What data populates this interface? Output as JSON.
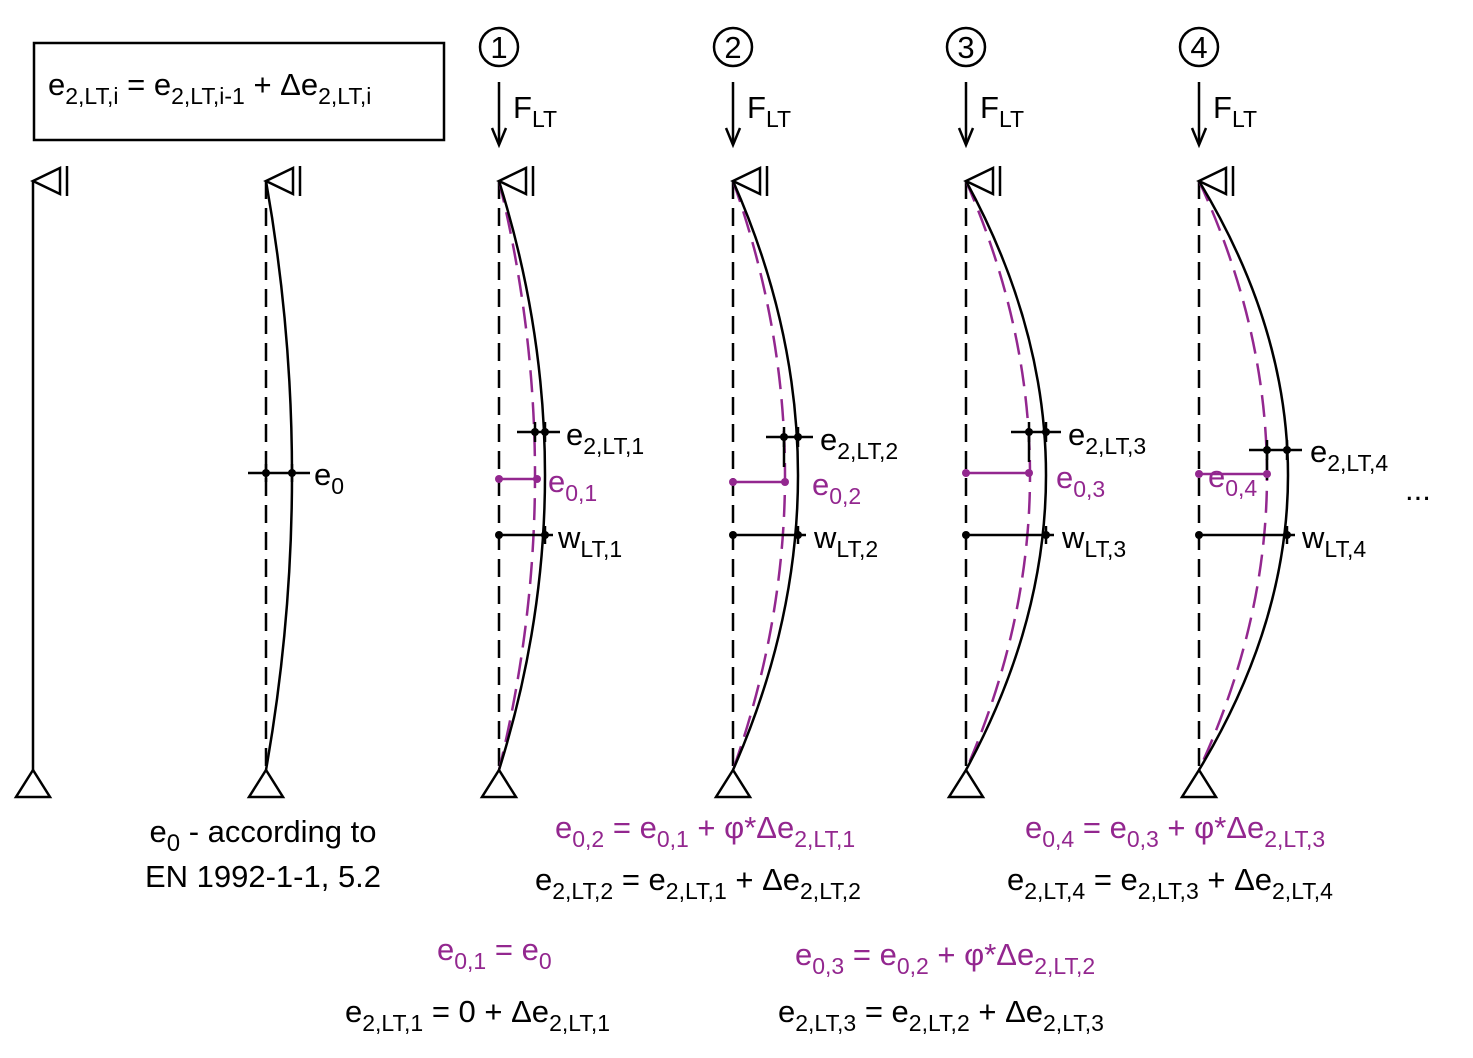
{
  "colors": {
    "black": "#000000",
    "purple": "#93278f"
  },
  "formula_box": [
    "e",
    "2,LT,i",
    " = e",
    "2,LT,i-1",
    " + Δe",
    "2,LT,i"
  ],
  "steps": [
    {
      "number": "1",
      "force": [
        "F",
        "LT"
      ],
      "e2": [
        "e",
        "2,LT,1"
      ],
      "e0": [
        "e",
        "0,1"
      ],
      "w": [
        "w",
        "LT,1"
      ]
    },
    {
      "number": "2",
      "force": [
        "F",
        "LT"
      ],
      "e2": [
        "e",
        "2,LT,2"
      ],
      "e0": [
        "e",
        "0,2"
      ],
      "w": [
        "w",
        "LT,2"
      ]
    },
    {
      "number": "3",
      "force": [
        "F",
        "LT"
      ],
      "e2": [
        "e",
        "2,LT,3"
      ],
      "e0": [
        "e",
        "0,3"
      ],
      "w": [
        "w",
        "LT,3"
      ]
    },
    {
      "number": "4",
      "force": [
        "F",
        "LT"
      ],
      "e2": [
        "e",
        "2,LT,4"
      ],
      "e0": [
        "e",
        "0,4"
      ],
      "w": [
        "w",
        "LT,4"
      ]
    }
  ],
  "initial_imperfection": [
    "e",
    "0"
  ],
  "ellipsis": "...",
  "note_line1": [
    "e",
    "0",
    " - according to"
  ],
  "note_line2": [
    "EN 1992-1-1, 5.2"
  ],
  "equations": {
    "e01": [
      "e",
      "0,1",
      " = e",
      "0"
    ],
    "e2lt1": [
      "e",
      "2,LT,1",
      " = 0 + Δe",
      "2,LT,1"
    ],
    "e02": [
      "e",
      "0,2",
      " = e",
      "0,1",
      " + φ*Δe",
      "2,LT,1"
    ],
    "e2lt2": [
      "e",
      "2,LT,2",
      " = e",
      "2,LT,1",
      " + Δe",
      "2,LT,2"
    ],
    "e03": [
      "e",
      "0,3",
      " = e",
      "0,2",
      " + φ*Δe",
      "2,LT,2"
    ],
    "e2lt3": [
      "e",
      "2,LT,3",
      " = e",
      "2,LT,2",
      " + Δe",
      "2,LT,3"
    ],
    "e04": [
      "e",
      "0,4",
      " = e",
      "0,3",
      " + φ*Δe",
      "2,LT,3"
    ],
    "e2lt4": [
      "e",
      "2,LT,4",
      " = e",
      "2,LT,3",
      " + Δe",
      "2,LT,4"
    ]
  }
}
